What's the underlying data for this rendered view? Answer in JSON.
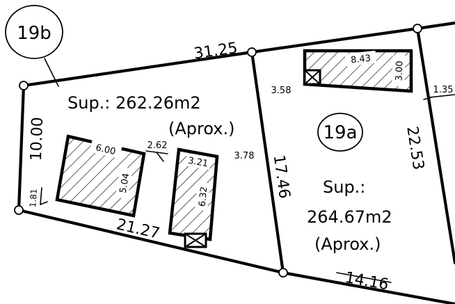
{
  "lots": {
    "lot_b": {
      "id_label": "19b",
      "area_label": "Sup.: 262.26m2",
      "area_note": "(Aprox.)"
    },
    "lot_a": {
      "id_label": "19a",
      "area_label_1": "Sup.:",
      "area_label_2": "264.67m2",
      "area_note": "(Aprox.)"
    }
  },
  "dimensions": {
    "top_left": "31.25",
    "left_side": "10.00",
    "bottom_left": "21.27",
    "divider": "17.46",
    "right_side": "22.53",
    "bottom_right": "14.16",
    "corner_small": "1.81",
    "right_edge_small": "1.35"
  },
  "buildings": {
    "b1": {
      "w": "6.00",
      "h": "5.04"
    },
    "b2": {
      "w": "3.21",
      "h": "6.32",
      "gap_left": "2.62",
      "gap_right": "3.78"
    },
    "b3": {
      "w": "8.43",
      "h": "3.00",
      "offset_left": "3.58"
    }
  }
}
